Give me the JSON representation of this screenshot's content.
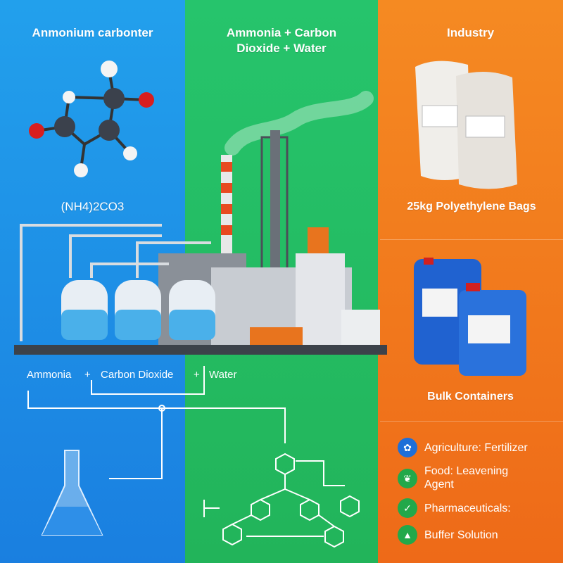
{
  "columns": {
    "left": {
      "title": "Anmonium carbonter",
      "formula": "(NH4)2CO3"
    },
    "middle": {
      "title": "Ammonia + Carbon Dioxide + Water"
    },
    "right": {
      "title": "Industry",
      "bags_label": "25kg Polyethylene Bags",
      "containers_label": "Bulk Containers"
    }
  },
  "reaction": {
    "ammonia": "Ammonia",
    "plus1": "+",
    "co2": "Carbon Dioxide",
    "plus2": "+",
    "water": "Water"
  },
  "uses": [
    {
      "icon": "fertilizer-icon",
      "label": "Agriculture: Fertilizer",
      "color": "#1e6fd8"
    },
    {
      "icon": "food-icon",
      "label": "Food: Leavening Agent",
      "color": "#22a84a"
    },
    {
      "icon": "pharma-icon",
      "label": "Pharmaceuticals:",
      "color": "#22a84a"
    },
    {
      "icon": "buffer-icon",
      "label": "Buffer Solution",
      "color": "#22a84a"
    }
  ]
}
